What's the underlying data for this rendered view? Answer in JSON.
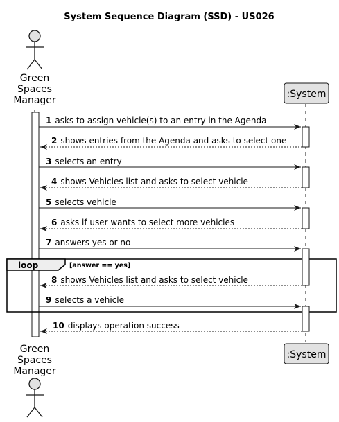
{
  "title": "System Sequence Diagram (SSD) - US026",
  "actor": {
    "name_lines": [
      "Green",
      "Spaces",
      "Manager"
    ]
  },
  "system": {
    "label": ":System"
  },
  "messages": [
    {
      "num": "1",
      "text": "asks to assign vehicle(s) to an entry in the Agenda",
      "dir": "request"
    },
    {
      "num": "2",
      "text": "shows entries from the Agenda and asks to select one",
      "dir": "response"
    },
    {
      "num": "3",
      "text": "selects an entry",
      "dir": "request"
    },
    {
      "num": "4",
      "text": "shows Vehicles list and asks to select vehicle",
      "dir": "response"
    },
    {
      "num": "5",
      "text": "selects vehicle",
      "dir": "request"
    },
    {
      "num": "6",
      "text": "asks if user wants to select more vehicles",
      "dir": "response"
    },
    {
      "num": "7",
      "text": "answers yes or no",
      "dir": "request"
    },
    {
      "num": "8",
      "text": "shows Vehicles list and asks to select vehicle",
      "dir": "response"
    },
    {
      "num": "9",
      "text": "selects a vehicle",
      "dir": "request"
    },
    {
      "num": "10",
      "text": "displays operation success",
      "dir": "response"
    }
  ],
  "loop": {
    "label": "loop",
    "guard": "[answer == yes]"
  },
  "colors": {
    "participant_fill": "#e2e2e2",
    "line": "#181818",
    "frame_bg": "#eeeeee"
  }
}
